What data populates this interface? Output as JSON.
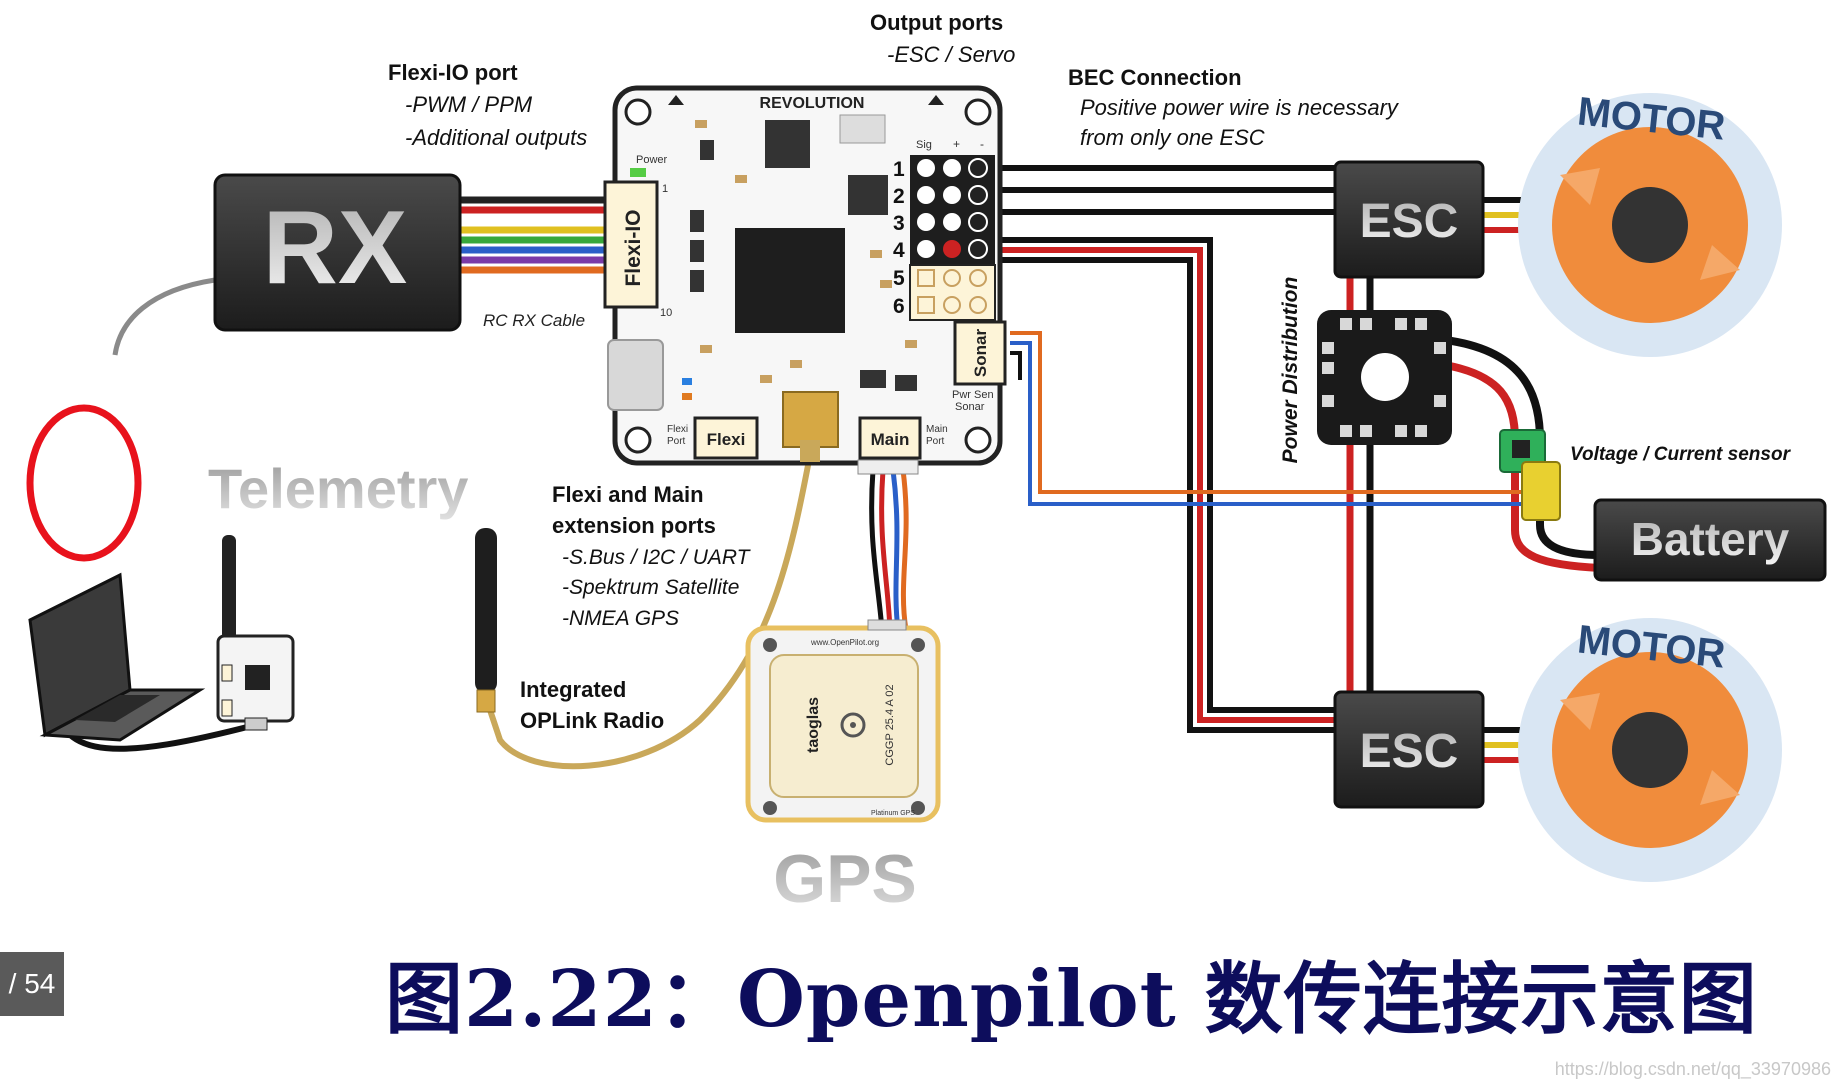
{
  "diagram": {
    "labels": {
      "output_ports": "Output ports",
      "output_ports_sub": "-ESC / Servo",
      "flexi_io_port": "Flexi-IO port",
      "flexi_io_sub1": "-PWM / PPM",
      "flexi_io_sub2": "-Additional outputs",
      "bec_connection": "BEC Connection",
      "bec_sub1": "Positive power wire is necessary",
      "bec_sub2": "from only one ESC",
      "rx": "RX",
      "rc_rx_cable": "RC RX Cable",
      "telemetry": "Telemetry",
      "flexi_main_ext1": "Flexi and Main",
      "flexi_main_ext2": "extension ports",
      "ext_sub1": "-S.Bus / I2C / UART",
      "ext_sub2": "-Spektrum Satellite",
      "ext_sub3": "-NMEA GPS",
      "oplink1": "Integrated",
      "oplink2": "OPLink  Radio",
      "gps": "GPS",
      "esc_top": "ESC",
      "esc_bottom": "ESC",
      "motor_top": "MOTOR",
      "motor_bottom": "MOTOR",
      "power_distribution": "Power Distribution",
      "vc_sensor": "Voltage / Current sensor",
      "battery": "Battery",
      "board_brand": "REVOLUTION",
      "flexi_io_header": "Flexi-IO",
      "sonar_header": "Sonar",
      "flexi_header": "Flexi",
      "main_header": "Main",
      "power_led": "Power",
      "sig": "Sig",
      "plus": "+",
      "minus": "-",
      "pin1": "1",
      "pin10": "10",
      "port1": "1",
      "port2": "2",
      "port3": "3",
      "port4": "4",
      "port5": "5",
      "port6": "6",
      "pwr_sen_sonar1": "Pwr Sen",
      "pwr_sen_sonar2": "Sonar",
      "flexi_port1": "Flexi",
      "flexi_port2": "Port",
      "main_port1": "Main",
      "main_port2": "Port",
      "gps_url": "www.OpenPilot.org",
      "gps_brand": "taoglas",
      "gps_part": "CGGP 25.4 A 02",
      "gps_footer": "Platinum GPS"
    }
  },
  "caption": "图2.22：Openpilot 数传连接示意图",
  "pager": "/ 54",
  "watermark": "https://blog.csdn.net/qq_33970986",
  "colors": {
    "caption": "#0d0d5c",
    "module_dark": "#2a2a2a",
    "motor_orange": "#f08c3c",
    "motor_ring": "#d9e6f3",
    "highlight_circle": "#e8121c",
    "wire_gold": "#c9a85a"
  }
}
